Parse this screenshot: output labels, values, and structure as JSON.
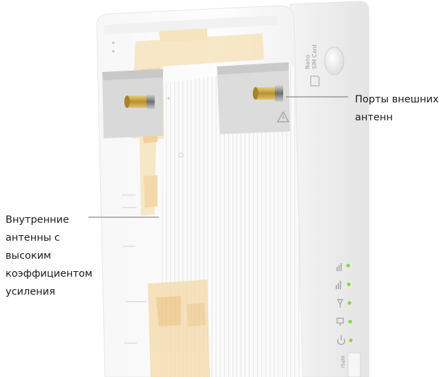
{
  "device": {
    "sim_label_line1": "Nano",
    "sim_label_line2": "SIM Card",
    "wps_label": "WPS/"
  },
  "callouts": {
    "external_antenna_ports": [
      "Порты внешних",
      "антенн"
    ],
    "internal_antennas": [
      "Внутренние",
      "антенны с",
      "высоким",
      "коэффициентом",
      "усиления"
    ]
  },
  "colors": {
    "led_green": "#8bd43c",
    "connector_gold": "#c9a642",
    "pcb_amber": "#f3d9a6"
  },
  "status_icons": [
    "signal-icon",
    "wifi-signal-icon",
    "antenna-icon",
    "network-icon",
    "power-icon"
  ]
}
